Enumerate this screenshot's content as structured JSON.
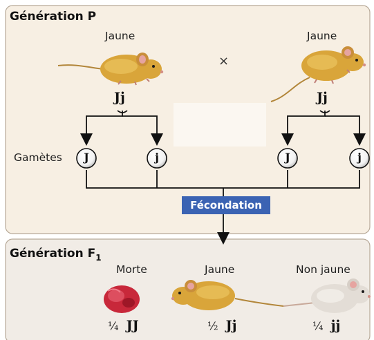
{
  "generation_p": {
    "title": "Génération P",
    "parent_left": {
      "phenotype": "Jaune",
      "genotype": "Jj"
    },
    "cross_symbol": "×",
    "parent_right": {
      "phenotype": "Jaune",
      "genotype": "Jj"
    }
  },
  "gametes": {
    "label": "Gamètes",
    "items": [
      "J",
      "j",
      "J",
      "j"
    ]
  },
  "fecondation_label": "Fécondation",
  "generation_f1": {
    "title_main": "Génération F",
    "title_sub": "1",
    "offspring": [
      {
        "phenotype": "Morte",
        "fraction": "¼",
        "genotype": "JJ"
      },
      {
        "phenotype": "Jaune",
        "fraction": "½",
        "genotype": "Jj"
      },
      {
        "phenotype": "Non jaune",
        "fraction": "¼",
        "genotype": "jj"
      }
    ]
  },
  "colors": {
    "panel_p": "#f7efe3",
    "panel_f1": "#f1ece6",
    "yellow_mouse": "#d9a53a",
    "white_mouse": "#e3ddd6",
    "embryo": "#c8283a",
    "fecondation_box": "#3b63b3"
  }
}
